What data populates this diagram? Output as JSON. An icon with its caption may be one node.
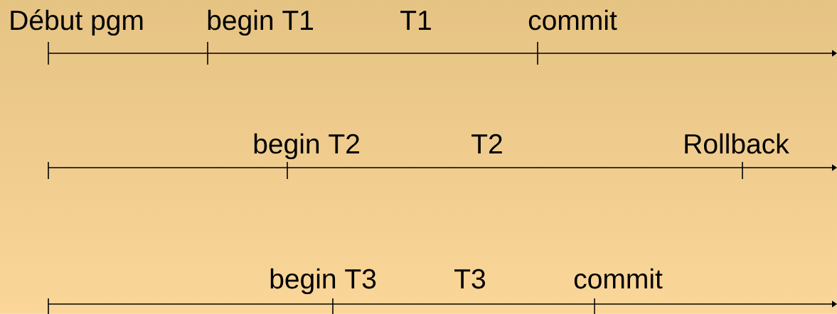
{
  "diagram": {
    "labels": [
      "Début pgm",
      "begin T1",
      "T1",
      "commit",
      "begin T2",
      "T2",
      "Rollback",
      "begin T3",
      "T3",
      "commit"
    ]
  }
}
